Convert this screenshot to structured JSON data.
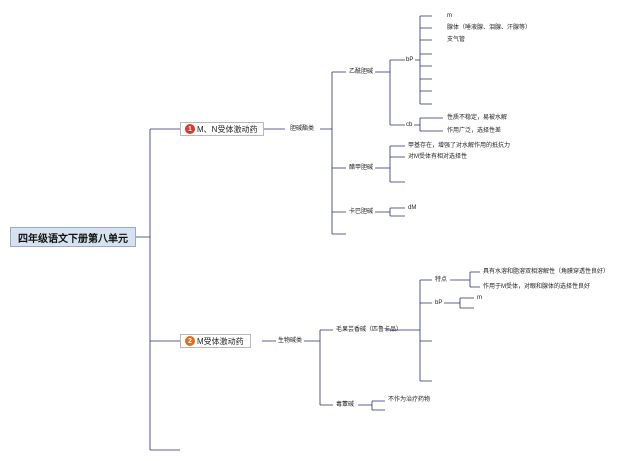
{
  "root": {
    "title": "四年级语文下册第八单元"
  },
  "branch1": {
    "number": "1",
    "label": "M、N受体激动药",
    "category": "胆碱酯类",
    "acetylcholine": {
      "label": "乙酰胆碱",
      "bp": {
        "label": "bP",
        "items": [
          "m",
          "腺体（唾液腺、泪腺、汗腺等）",
          "支气管"
        ]
      },
      "cb": {
        "label": "cb",
        "items": [
          "性质不稳定，易被水解",
          "作用广泛，选择性差"
        ]
      }
    },
    "methacholine": {
      "label": "醋甲胆碱",
      "items": [
        "甲基存在，增强了对水解作用的抵抗力",
        "对M受体有相对选择性"
      ]
    },
    "carbachol": {
      "label": "卡巴胆碱",
      "items": [
        "dM"
      ]
    }
  },
  "branch2": {
    "number": "2",
    "label": "M受体激动药",
    "category": "生物碱类",
    "pilocarpine": {
      "label": "毛果芸香碱（匹鲁卡品）",
      "features": {
        "label": "特点",
        "items": [
          "具有水溶和脂溶双相溶解性（角膜穿透性良好）",
          "作用于M受体，对眼和腺体的选择性良好"
        ]
      },
      "bp": {
        "label": "bP",
        "items": [
          "m"
        ]
      }
    },
    "muscarine": {
      "label": "毒蕈碱",
      "items": [
        "不作为治疗药物"
      ]
    }
  },
  "colors": {
    "line": "#2a2f78",
    "root_fill": "#d7e2f1",
    "badge1": "#d83a2c",
    "badge2": "#e06d1f"
  }
}
